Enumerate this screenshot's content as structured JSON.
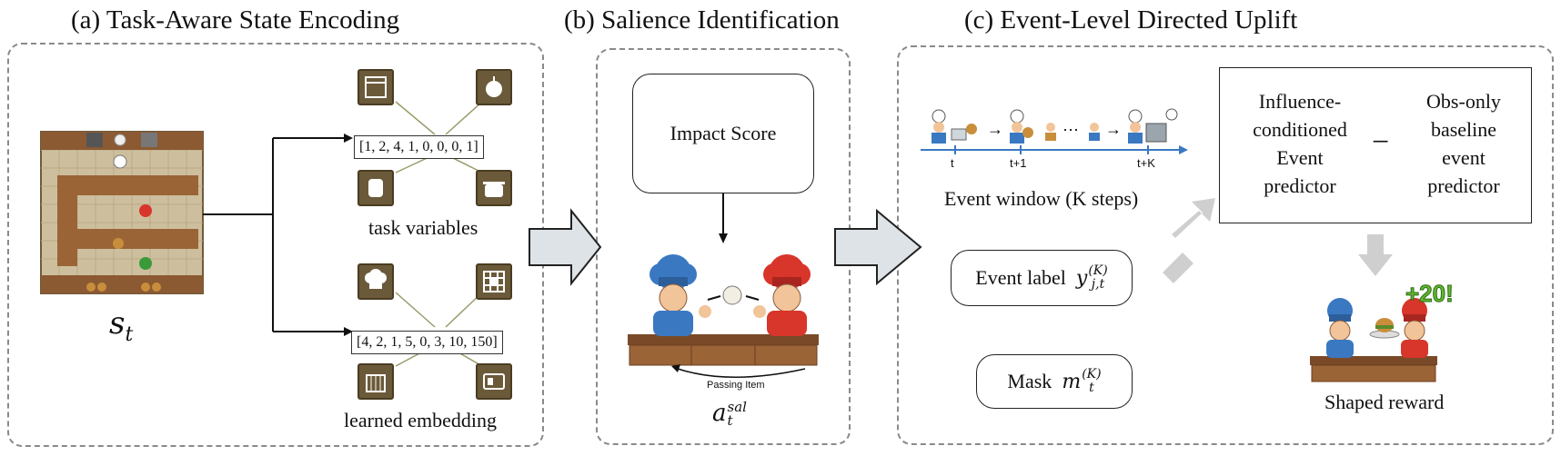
{
  "titles": {
    "a": "(a) Task-Aware State Encoding",
    "b": "(b) Salience Identification",
    "c": "(c) Event-Level Directed Uplift"
  },
  "panel_a": {
    "state_label": "s",
    "state_sub": "t",
    "task_vector": "[1, 2, 4, 1, 0, 0, 0, 1]",
    "task_caption": "task variables",
    "learned_vector": "[4, 2, 1, 5, 0, 3, 10, 150]",
    "learned_caption": "learned embedding",
    "icons": [
      "oven-icon",
      "onion-icon",
      "glove-icon",
      "pot-icon",
      "chef-hat-icon",
      "grid-icon",
      "crate-icon",
      "counter-icon"
    ]
  },
  "panel_b": {
    "impact_score": "Impact Score",
    "passing_item": "Passing Item",
    "action_label": "a",
    "action_sub": "t",
    "action_sup": "sal"
  },
  "panel_c": {
    "timeline_ticks": [
      "t",
      "t+1",
      "t+K"
    ],
    "event_window": "Event window (K steps)",
    "event_label_text": "Event label",
    "event_label_sym": "y",
    "event_label_sub": "j,t",
    "event_label_sup": "(K)",
    "mask_text": "Mask",
    "mask_sym": "m",
    "mask_sub": "t",
    "mask_sup": "(K)",
    "predictor_left": [
      "Influence-",
      "conditioned",
      "Event",
      "predictor"
    ],
    "minus": "−",
    "predictor_right": [
      "Obs-only",
      "baseline",
      "event",
      "predictor"
    ],
    "reward_badge": "+20!",
    "shaped_reward": "Shaped reward"
  },
  "colors": {
    "chef_blue": "#3a78c2",
    "chef_red": "#d8352b",
    "counter": "#8b5a32",
    "arrow_fill": "#dde3e6",
    "reward_green": "#5fb832",
    "icon_bg": "#6b5a3a"
  }
}
